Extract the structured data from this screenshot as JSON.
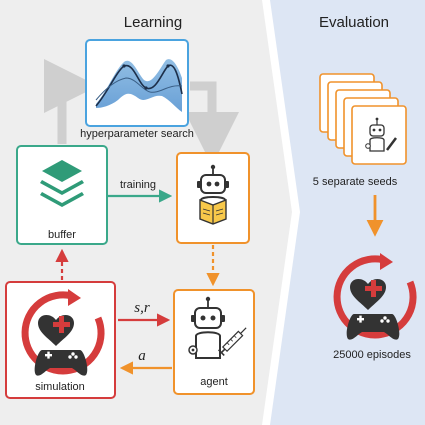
{
  "sections": {
    "learning": "Learning",
    "evaluation": "Evaluation"
  },
  "nodes": {
    "hyperparameter_search": "hyperparameter search",
    "buffer": "buffer",
    "simulation": "simulation",
    "agent": "agent",
    "training_agent": ""
  },
  "edges": {
    "training": "training",
    "observation": "s,r",
    "action": "a"
  },
  "evaluation": {
    "seeds": "5 separate seeds",
    "episodes": "25000 episodes"
  },
  "colors": {
    "learning_bg": "#eeeeee",
    "evaluation_bg": "#dde6f4",
    "hyper_border": "#4aa3df",
    "buffer_border": "#3aa88a",
    "agent_border": "#f0922b",
    "sim_border": "#d53c3c",
    "gray_arrow": "#cfcfcf",
    "green_arrow": "#3aa88a",
    "orange_arrow": "#f0922b",
    "red_arrow": "#d53c3c"
  },
  "icons": {
    "hyper": "gaussian-process-plot-icon",
    "buffer": "stacked-layers-icon",
    "training_agent": "robot-reading-book-icon",
    "agent": "robot-with-syringe-icon",
    "simulation": "heart-and-gamepad-cycle-icon"
  }
}
